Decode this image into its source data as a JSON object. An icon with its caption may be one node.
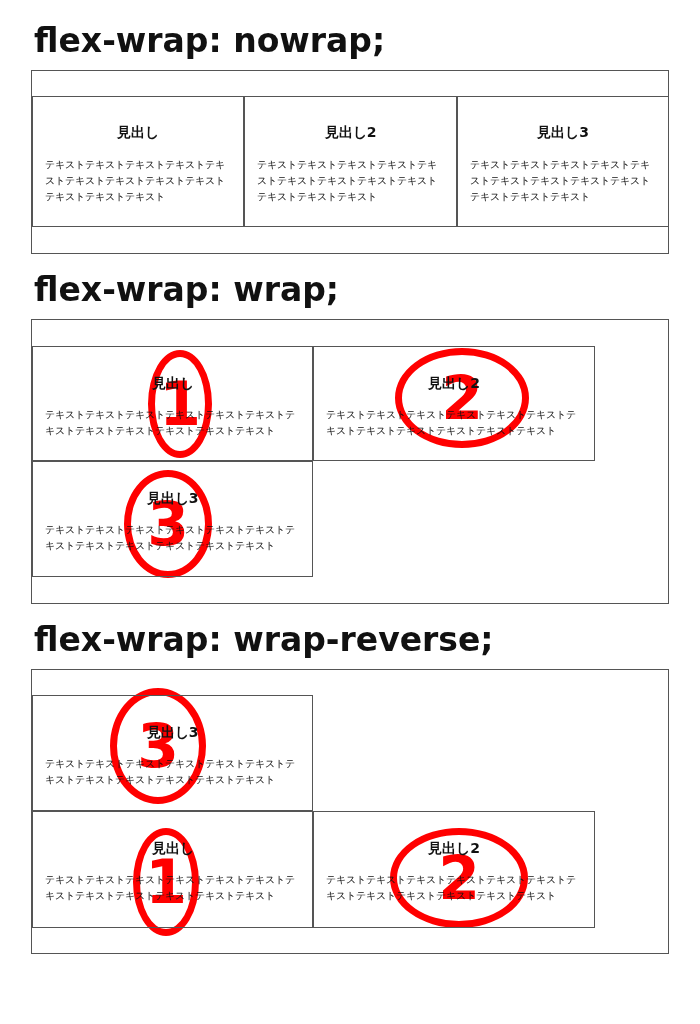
{
  "diagram": {
    "nodes": [
      {
        "text": [
          "flex-wrap: nowrap;"
        ]
      },
      {
        "text": [
          "見出し",
          "テキストテキストテキストテキストテキストテキストテキストテキストテキストテキストテキストテキスト"
        ],
        "in": 0
      },
      {
        "text": [
          "見出し2",
          "テキストテキストテキストテキストテキストテキストテキストテキストテキストテキストテキストテキスト"
        ],
        "in": 0
      },
      {
        "text": [
          "見出し3",
          "テキストテキストテキストテキストテキストテキストテキストテキストテキストテキストテキストテキスト"
        ],
        "in": 0
      },
      {
        "text": [
          "flex-wrap: wrap;"
        ]
      },
      {
        "text": [
          "見出し",
          "テキストテキストテキストテキストテキストテキストテキストテキストテキストテキストテキストテキスト"
        ],
        "in": 4
      },
      {
        "text": [
          "見出し2",
          "テキストテキストテキストテキストテキストテキストテキストテキストテキストテキストテキストテキスト"
        ],
        "in": 4
      },
      {
        "text": [
          "見出し3",
          "テキストテキストテキストテキストテキストテキストテキストテキストテキストテキストテキストテキスト"
        ],
        "in": 4
      },
      {
        "text": [
          "flex-wrap: wrap-reverse;"
        ]
      },
      {
        "text": [
          "見出し3",
          "テキストテキストテキストテキストテキストテキストテキストテキストテキストテキストテキストテキスト"
        ],
        "in": 8
      },
      {
        "text": [
          "見出し",
          "テキストテキストテキストテキストテキストテキストテキストテキストテキストテキストテキストテキスト"
        ],
        "in": 8
      },
      {
        "text": [
          "見出し2",
          "テキストテキストテキストテキストテキストテキストテキストテキストテキストテキストテキストテキスト"
        ],
        "in": 8
      }
    ],
    "labels": [
      "1",
      "2",
      "3",
      "3",
      "1",
      "2"
    ]
  }
}
